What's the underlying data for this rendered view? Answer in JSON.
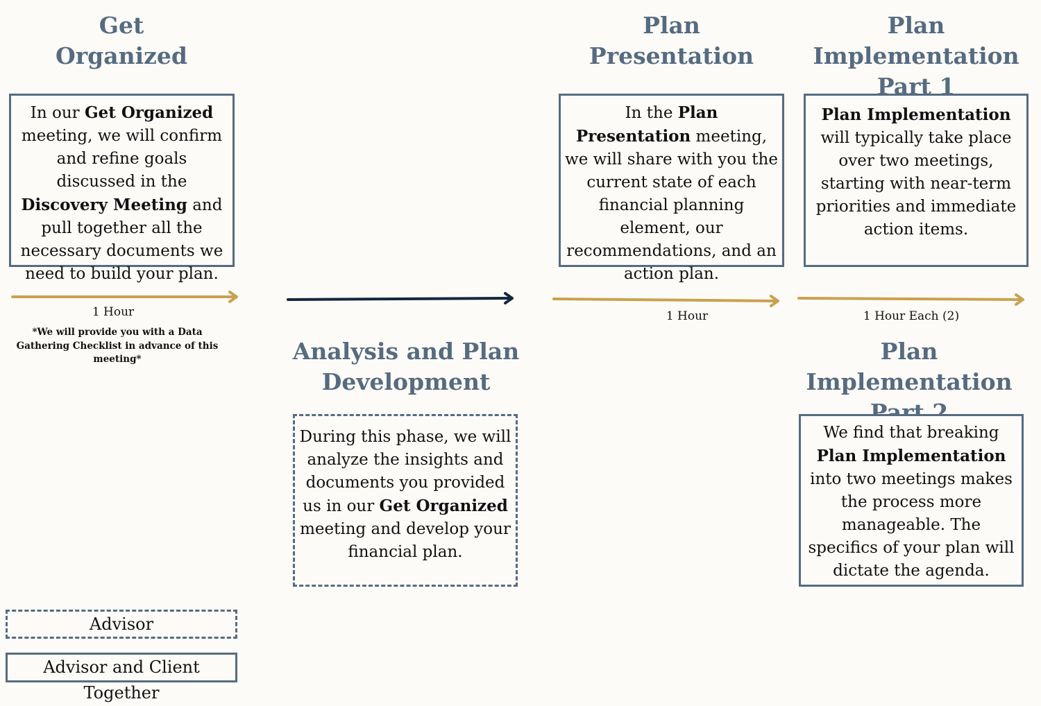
{
  "phases": {
    "get_organized": {
      "title": [
        "Get",
        "Organized"
      ],
      "text_parts": [
        {
          "t": "In our ",
          "b": false
        },
        {
          "t": "Get Organized",
          "b": true
        },
        {
          "t": " meeting, we will confirm and refine goals discussed in the ",
          "b": false
        },
        {
          "t": "Discovery Meeting",
          "b": true
        },
        {
          "t": " and  pull together all the necessary documents we need to build your plan.",
          "b": false
        }
      ],
      "duration": "1 Hour",
      "note": "*We will provide you with a Data Gathering Checklist in advance of this meeting*"
    },
    "analysis": {
      "title": [
        "Analysis and Plan",
        "Development"
      ],
      "text_parts": [
        {
          "t": "During this phase, we will analyze the insights and documents you provided us in our ",
          "b": false
        },
        {
          "t": "Get Organized",
          "b": true
        },
        {
          "t": " meeting and develop your financial plan.",
          "b": false
        }
      ]
    },
    "presentation": {
      "title": [
        "Plan",
        "Presentation"
      ],
      "text_parts": [
        {
          "t": "In the ",
          "b": false
        },
        {
          "t": "Plan Presentation",
          "b": true
        },
        {
          "t": " meeting, we will share with you the current state of each financial planning element, our recommendations, and an action plan.",
          "b": false
        }
      ],
      "duration": "1 Hour"
    },
    "impl1": {
      "title": [
        "Plan Implementation",
        "Part 1"
      ],
      "text_parts": [
        {
          "t": "Plan Implementation",
          "b": true
        },
        {
          "t": " will typically take place over two meetings, starting with near-term priorities and immediate action items.",
          "b": false
        }
      ],
      "duration": "1 Hour Each (2)"
    },
    "impl2": {
      "title": [
        "Plan Implementation",
        "Part 2"
      ],
      "text_parts": [
        {
          "t": "We find that breaking ",
          "b": false
        },
        {
          "t": "Plan Implementation",
          "b": true
        },
        {
          "t": " into two meetings makes the process more manageable. The specifics of your plan will dictate the agenda.",
          "b": false
        }
      ]
    }
  },
  "legend": {
    "advisor": "Advisor",
    "together": "Advisor and Client Together"
  },
  "colors": {
    "title": "#566b80",
    "border": "#566b80",
    "arrow_client": "#c9a24e",
    "arrow_advisor": "#14263f",
    "background": "#fcfbf8"
  }
}
